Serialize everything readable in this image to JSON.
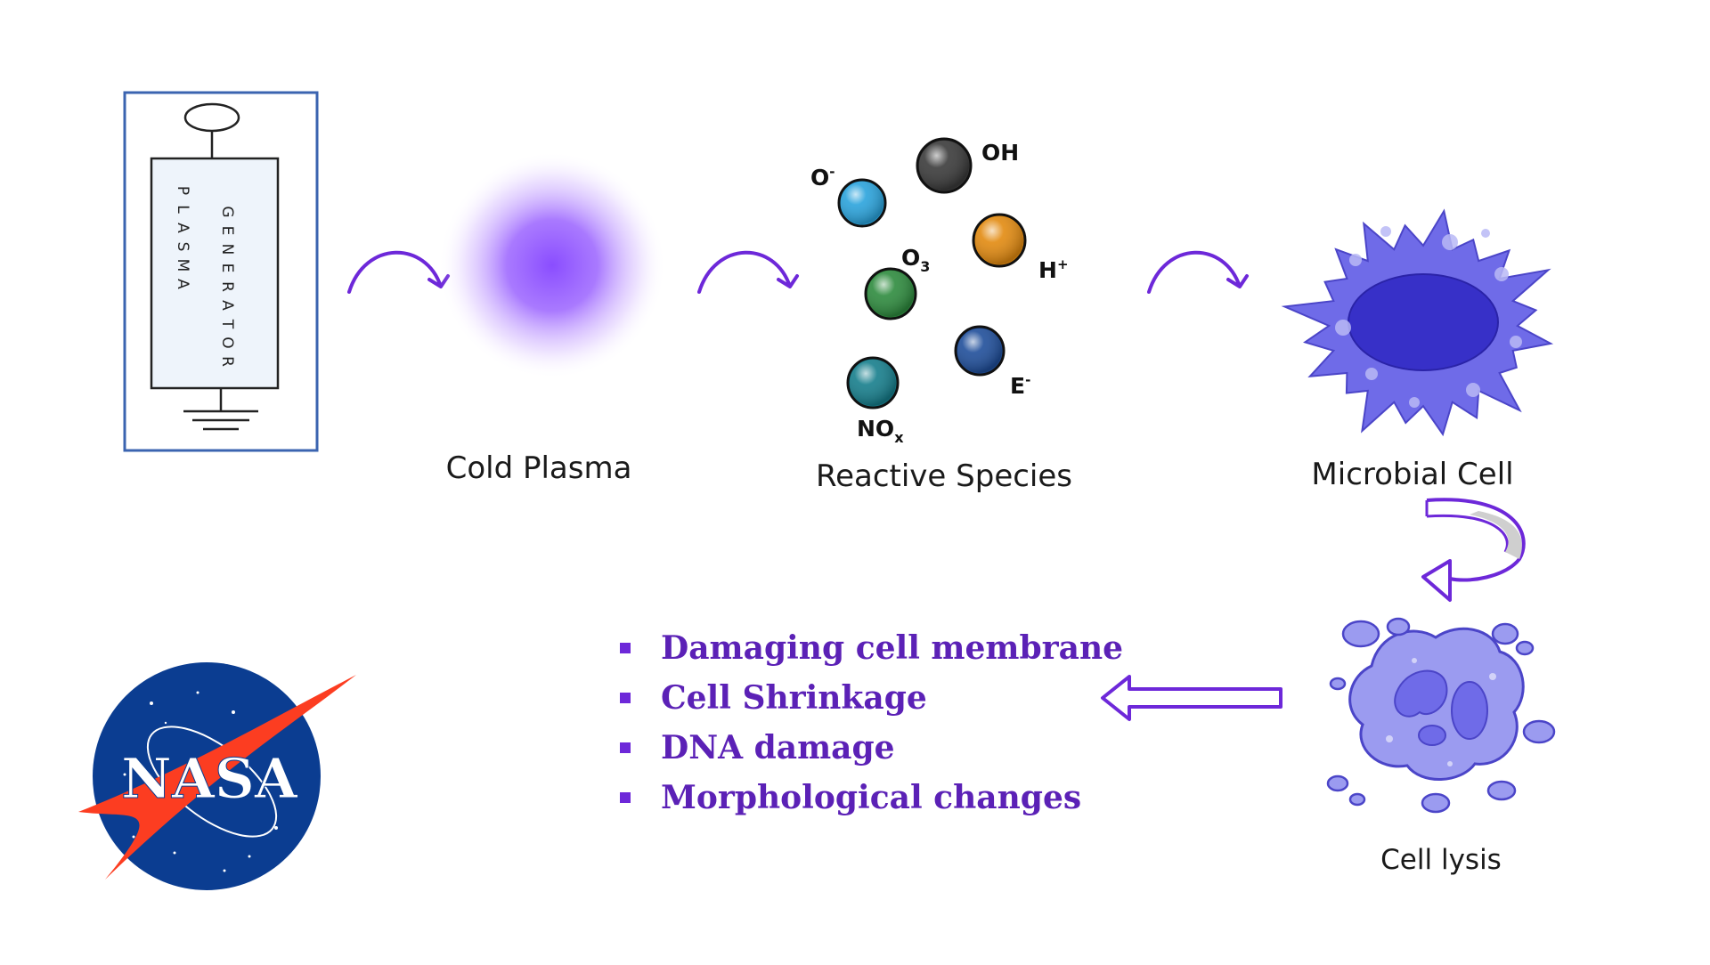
{
  "generator": {
    "text_left": [
      "P",
      "L",
      "A",
      "S",
      "M",
      "A"
    ],
    "text_right": [
      "G",
      "E",
      "N",
      "E",
      "R",
      "A",
      "T",
      "O",
      "R"
    ]
  },
  "stages": {
    "cold_plasma": "Cold Plasma",
    "reactive_species": "Reactive Species",
    "microbial_cell": "Microbial Cell",
    "cell_lysis": "Cell lysis"
  },
  "species": [
    {
      "label": "O",
      "sup": "-",
      "sub": "",
      "color": "#2aa3dc"
    },
    {
      "label": "OH",
      "sup": "",
      "sub": "",
      "color": "#3a3a3a"
    },
    {
      "label": "O",
      "sup": "",
      "sub": "3",
      "color": "#2e8b3e"
    },
    {
      "label": "H",
      "sup": "+",
      "sub": "",
      "color": "#e28a10"
    },
    {
      "label": "E",
      "sup": "-",
      "sub": "",
      "color": "#1f4e9a"
    },
    {
      "label": "NO",
      "sup": "",
      "sub": "x",
      "color": "#167e8c"
    }
  ],
  "effects": [
    "Damaging cell membrane",
    "Cell Shrinkage",
    "DNA damage",
    "Morphological changes"
  ],
  "logo": {
    "text": "NASA"
  },
  "colors": {
    "accent": "#6d28d9",
    "plasma": "#8a4dff",
    "cell": "#6f6be8",
    "nucleus": "#3730c8",
    "lysis": "#9b9bf0",
    "frame": "#3b64b0",
    "nasa_blue": "#0b3d91",
    "nasa_red": "#fc3d21"
  }
}
